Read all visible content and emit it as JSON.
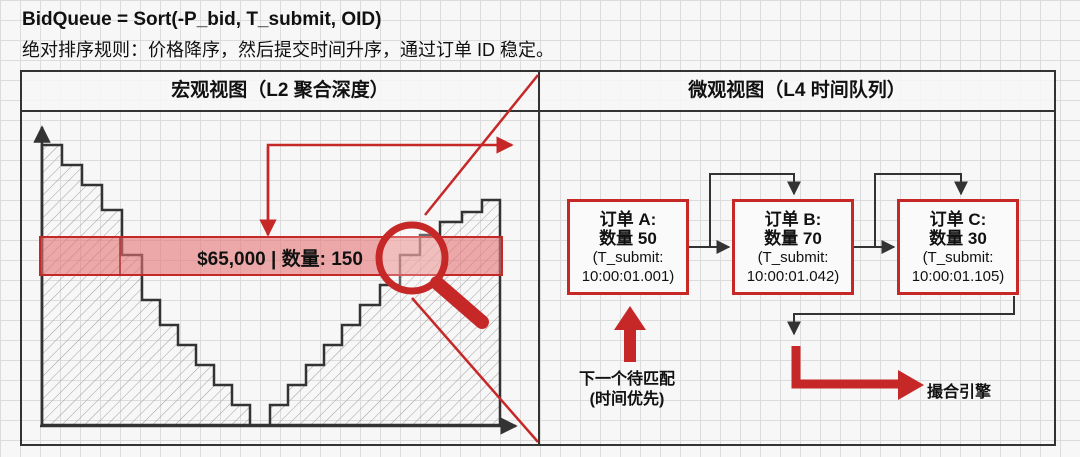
{
  "header": {
    "formula": "BidQueue = Sort(-P_bid, T_submit, OID)",
    "rule": "绝对排序规则：价格降序，然后提交时间升序，通过订单 ID 稳定。"
  },
  "macro": {
    "title": "宏观视图（L2 聚合深度）",
    "price_level": "$65,000 | 数量: 150"
  },
  "micro": {
    "title": "微观视图（L4 时间队列）",
    "orders": [
      {
        "title": "订单 A:",
        "qty": "数量 50",
        "ts_label": "(T_submit:",
        "ts_value": "10:00:01.001)"
      },
      {
        "title": "订单 B:",
        "qty": "数量 70",
        "ts_label": "(T_submit:",
        "ts_value": "10:00:01.042)"
      },
      {
        "title": "订单 C:",
        "qty": "数量 30",
        "ts_label": "(T_submit:",
        "ts_value": "10:00:01.105)"
      }
    ],
    "next_label_line1": "下一个待匹配",
    "next_label_line2": "(时间优先)",
    "engine_label": "撮合引擎"
  },
  "colors": {
    "accent": "#c62828",
    "highlight": "#e57373",
    "ink": "#333333"
  }
}
